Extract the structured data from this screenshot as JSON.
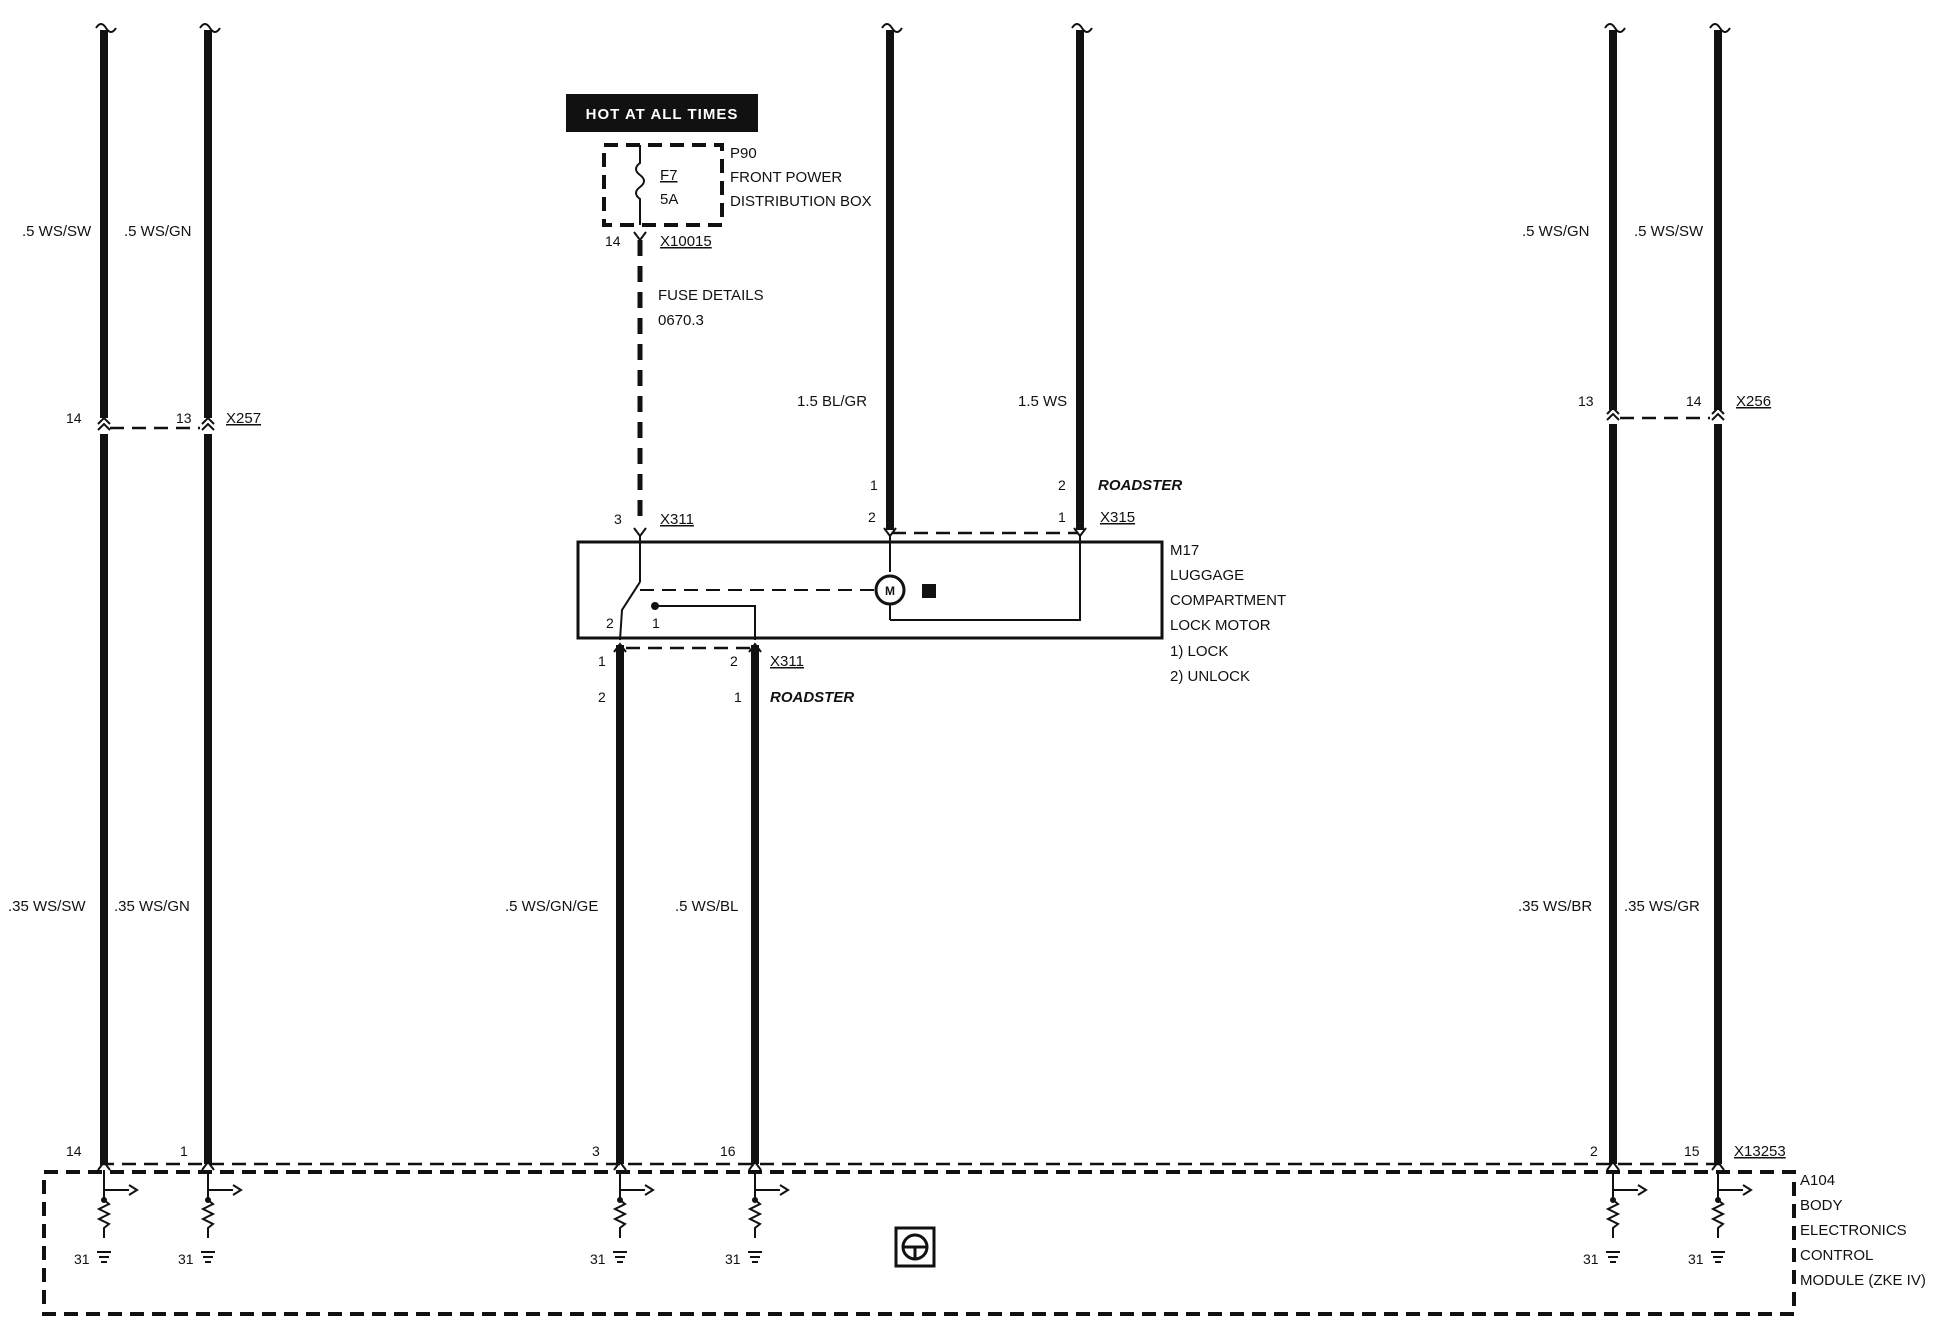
{
  "power": {
    "hot_label": "HOT AT ALL TIMES",
    "fuse_id": "F7",
    "fuse_rating": "5A",
    "box_id": "P90",
    "box_name_1": "FRONT POWER",
    "box_name_2": "DISTRIBUTION BOX",
    "pin": "14",
    "connector": "X10015",
    "details_1": "FUSE DETAILS",
    "details_2": "0670.3"
  },
  "wires": {
    "w1_top": ".5 WS/SW",
    "w2_top": ".5 WS/GN",
    "w1_bot": ".35 WS/SW",
    "w2_bot": ".35 WS/GN",
    "w3": "1.5 BL/GR",
    "w4": "1.5 WS",
    "w5": ".5 WS/GN/GE",
    "w6": ".5 WS/BL",
    "w7_top": ".5 WS/GN",
    "w8_top": ".5 WS/SW",
    "w7_bot": ".35 WS/BR",
    "w8_bot": ".35 WS/GR"
  },
  "connectors": {
    "x257": {
      "name": "X257",
      "pin_a": "14",
      "pin_b": "13"
    },
    "x256": {
      "name": "X256",
      "pin_a": "13",
      "pin_b": "14"
    },
    "x311_top": {
      "name": "X311",
      "pin": "3"
    },
    "x315": {
      "name": "X315",
      "pin_a": "2",
      "pin_b": "1",
      "alt_a": "1",
      "alt_b": "2",
      "note": "ROADSTER"
    },
    "x311_bot": {
      "name": "X311",
      "pin_a": "1",
      "pin_b": "2",
      "alt_a": "2",
      "alt_b": "1",
      "note": "ROADSTER"
    },
    "x13253": {
      "name": "X13253",
      "pins": [
        "14",
        "1",
        "3",
        "16",
        "2",
        "15"
      ]
    }
  },
  "motor": {
    "id": "M17",
    "line_1": "LUGGAGE",
    "line_2": "COMPARTMENT",
    "line_3": "LOCK MOTOR",
    "opt_1": "1)  LOCK",
    "opt_2": "2)  UNLOCK",
    "symbol": "M",
    "int_pin_a": "2",
    "int_pin_b": "1"
  },
  "module": {
    "id": "A104",
    "line_1": "BODY",
    "line_2": "ELECTRONICS",
    "line_3": "CONTROL",
    "line_4": "MODULE (ZKE IV)",
    "ground": "31"
  }
}
